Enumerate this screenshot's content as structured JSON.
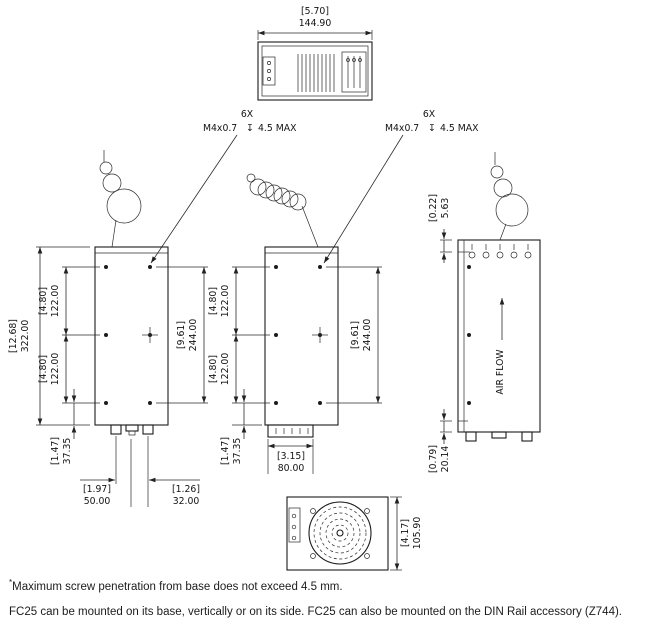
{
  "callout": {
    "qty": "6X",
    "spec": "M4x0.7",
    "depth_symbol": "↧",
    "depth": "4.5 MAX"
  },
  "airflow_label": "AIR FLOW",
  "dims": {
    "width_top": {
      "in": "[5.70]",
      "mm": "144.90"
    },
    "height_overall": {
      "in": "[12.68]",
      "mm": "322.00"
    },
    "hole_pitch": {
      "in": "[4.80]",
      "mm": "122.00"
    },
    "base_to_hole": {
      "in": "[1.47]",
      "mm": "37.35"
    },
    "hole_span": {
      "in": "[9.61]",
      "mm": "244.00"
    },
    "foot_pos_a": {
      "in": "[1.97]",
      "mm": "50.00"
    },
    "foot_pos_b": {
      "in": "[1.26]",
      "mm": "32.00"
    },
    "connector_width": {
      "in": "[3.15]",
      "mm": "80.00"
    },
    "top_offset": {
      "in": "[0.22]",
      "mm": "5.63"
    },
    "bottom_offset": {
      "in": "[0.79]",
      "mm": "20.14"
    },
    "depth_overall": {
      "in": "[4.17]",
      "mm": "105.90"
    }
  },
  "notes": {
    "star": "*",
    "screw": "Maximum screw penetration from base does not exceed 4.5 mm.",
    "mounting": "FC25 can be mounted on its base, vertically or on its side. FC25 can also be mounted on the DIN Rail accessory (Z744)."
  }
}
